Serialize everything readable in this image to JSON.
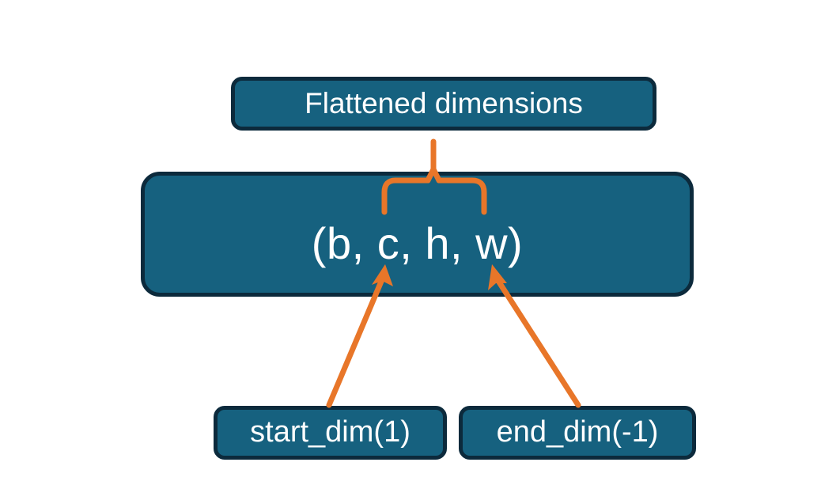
{
  "diagram": {
    "title_node": {
      "label": "Flattened dimensions",
      "name": "flattened-dimensions-box"
    },
    "shape_node": {
      "label": "(b, c, h, w)",
      "dims": [
        "b",
        "c",
        "h",
        "w"
      ],
      "name": "tensor-shape-box"
    },
    "arg_nodes": [
      {
        "label": "start_dim(1)",
        "value": "1",
        "name": "start-dim-box"
      },
      {
        "label": "end_dim(-1)",
        "value": "-1",
        "name": "end-dim-box"
      }
    ],
    "annotations": {
      "brace": "curly-brace-spanning-c-to-w",
      "arrow_left": "arrow-start-dim-to-c",
      "arrow_right": "arrow-end-dim-to-w"
    },
    "colors": {
      "node_fill": "#16617f",
      "node_border": "#0c2a3c",
      "node_text": "#ffffff",
      "accent": "#e87629",
      "background": "#ffffff"
    }
  }
}
